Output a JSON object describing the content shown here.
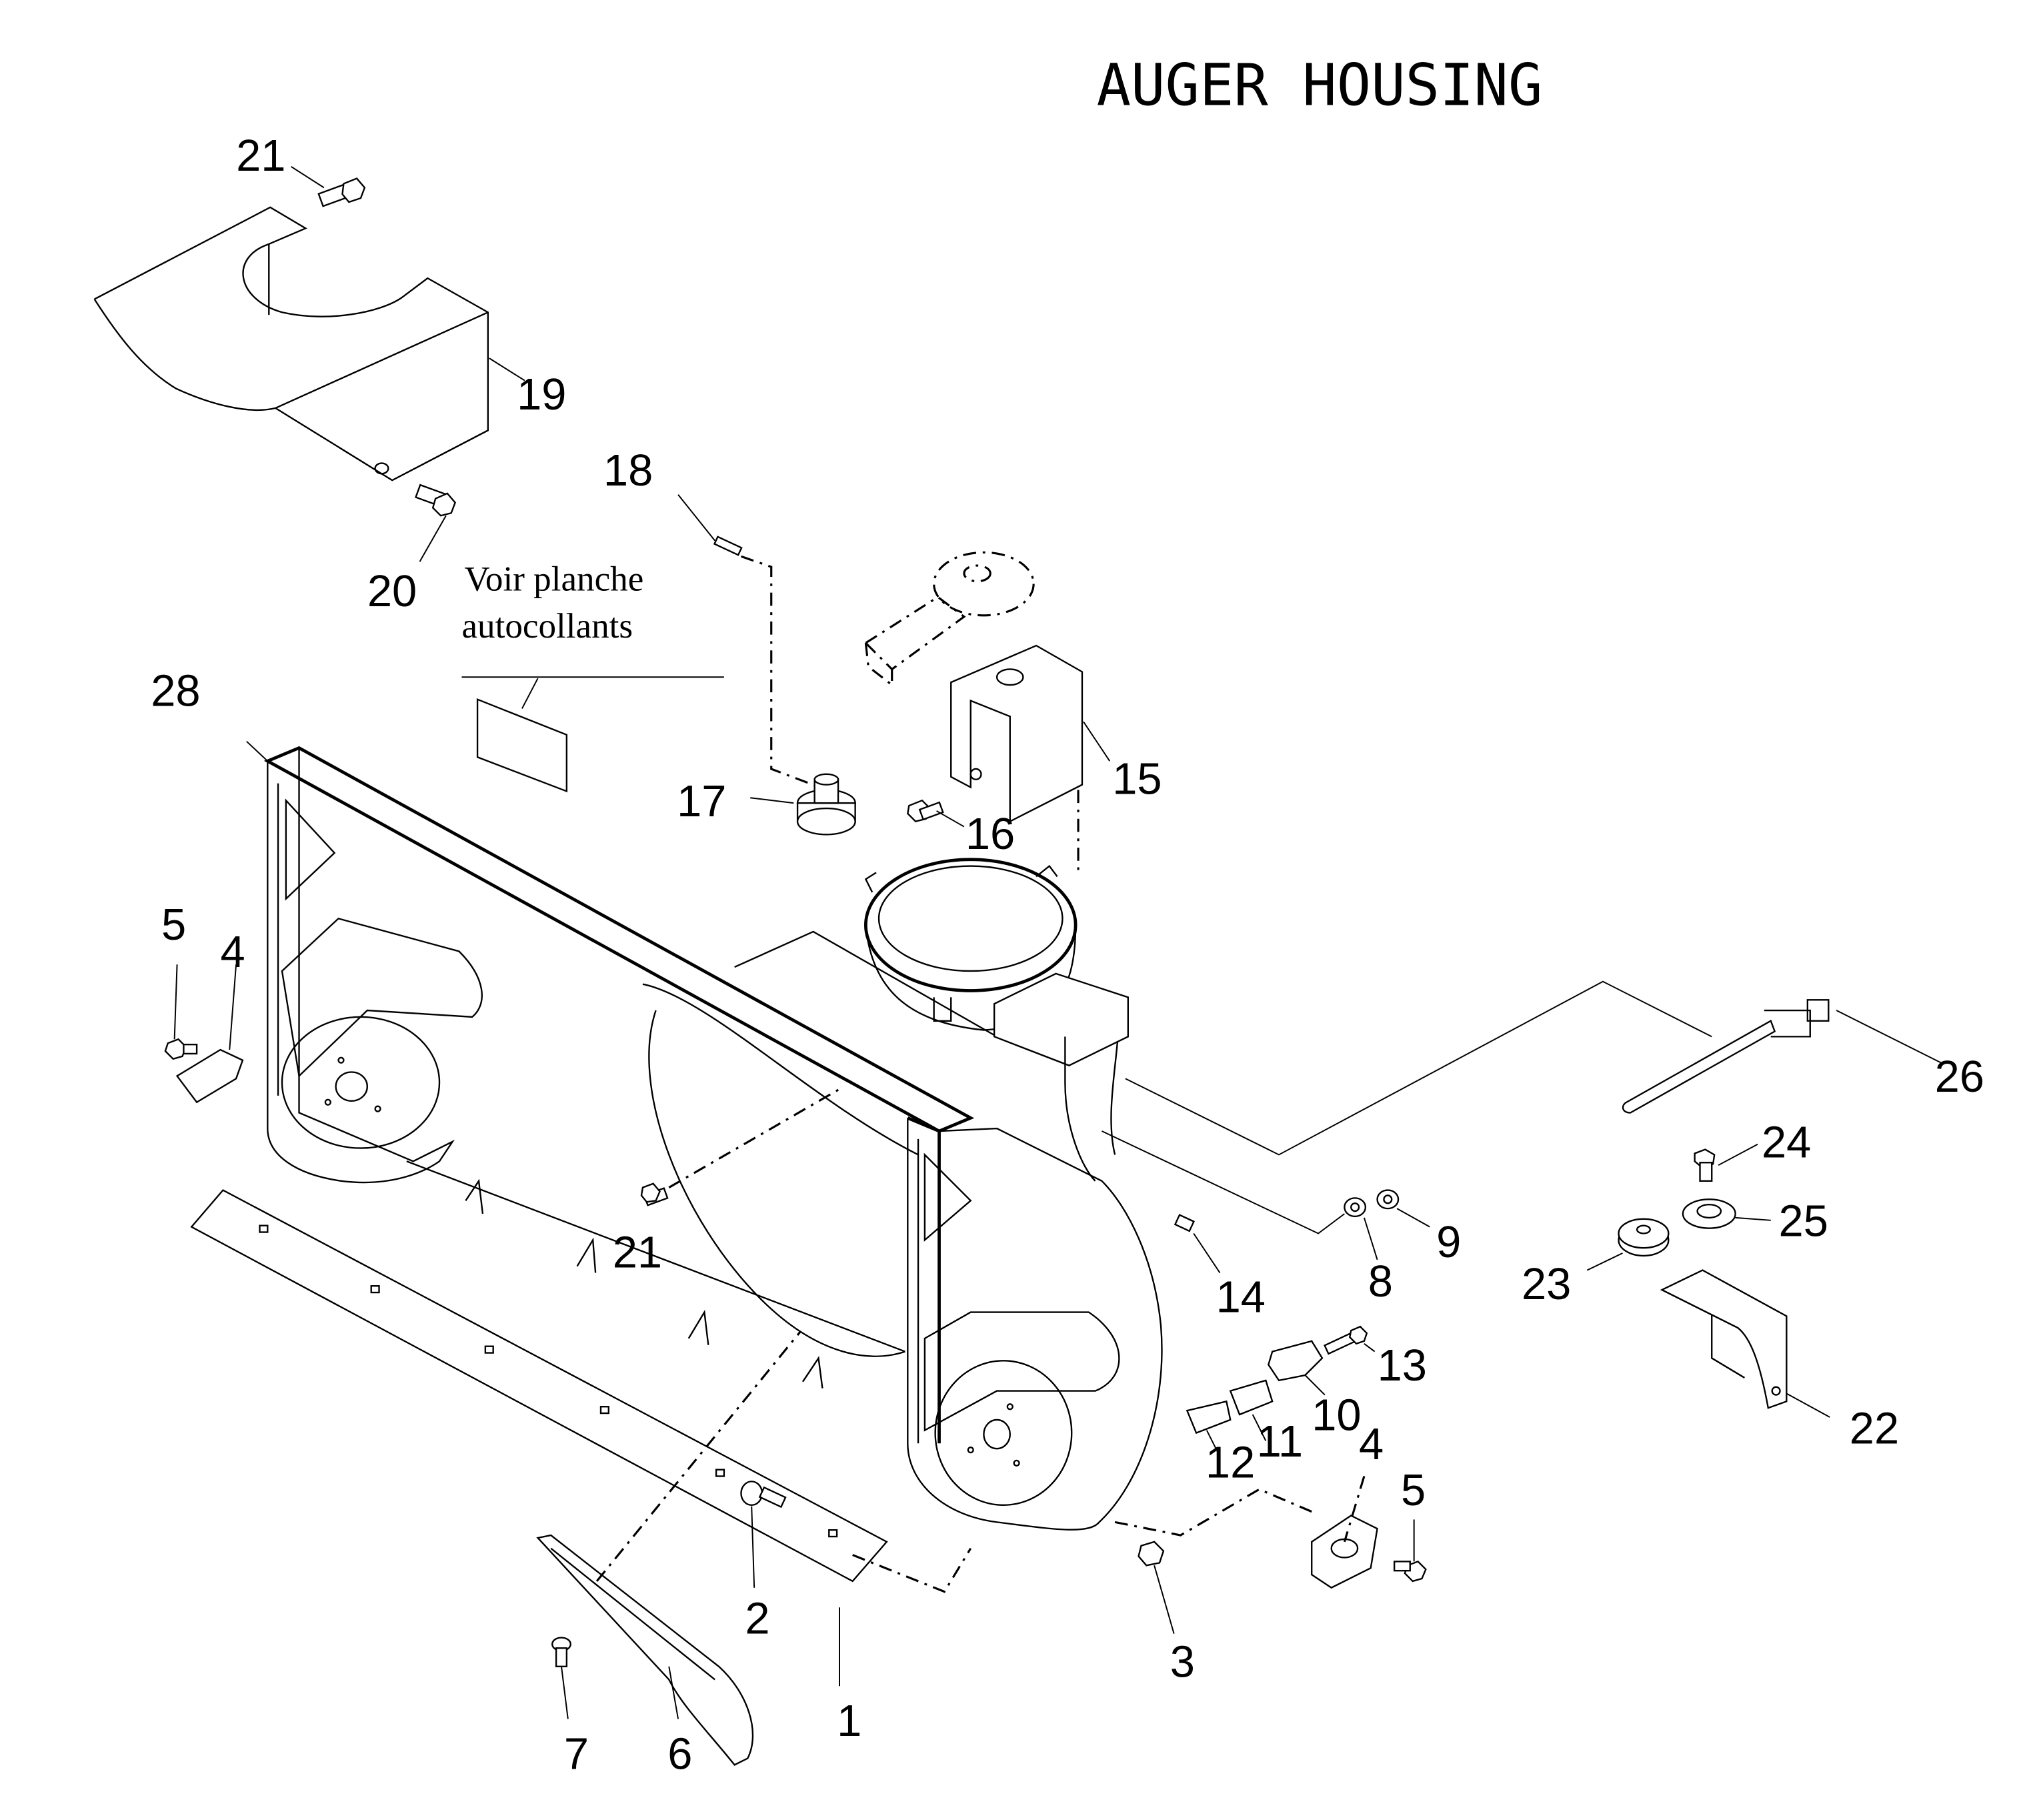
{
  "title": "AUGER   HOUSING",
  "note": {
    "line1": "Voir planche",
    "line2": "autocollants"
  },
  "callouts": {
    "c1": "1",
    "c2": "2",
    "c3": "3",
    "c4a": "4",
    "c4b": "4",
    "c5a": "5",
    "c5b": "5",
    "c6": "6",
    "c7": "7",
    "c8": "8",
    "c9": "9",
    "c10": "10",
    "c11": "11",
    "c12": "12",
    "c13": "13",
    "c14": "14",
    "c15": "15",
    "c16": "16",
    "c17": "17",
    "c18": "18",
    "c19": "19",
    "c20": "20",
    "c21a": "21",
    "c21b": "21",
    "c22": "22",
    "c23": "23",
    "c24": "24",
    "c25": "25",
    "c26": "26",
    "c28": "28"
  }
}
